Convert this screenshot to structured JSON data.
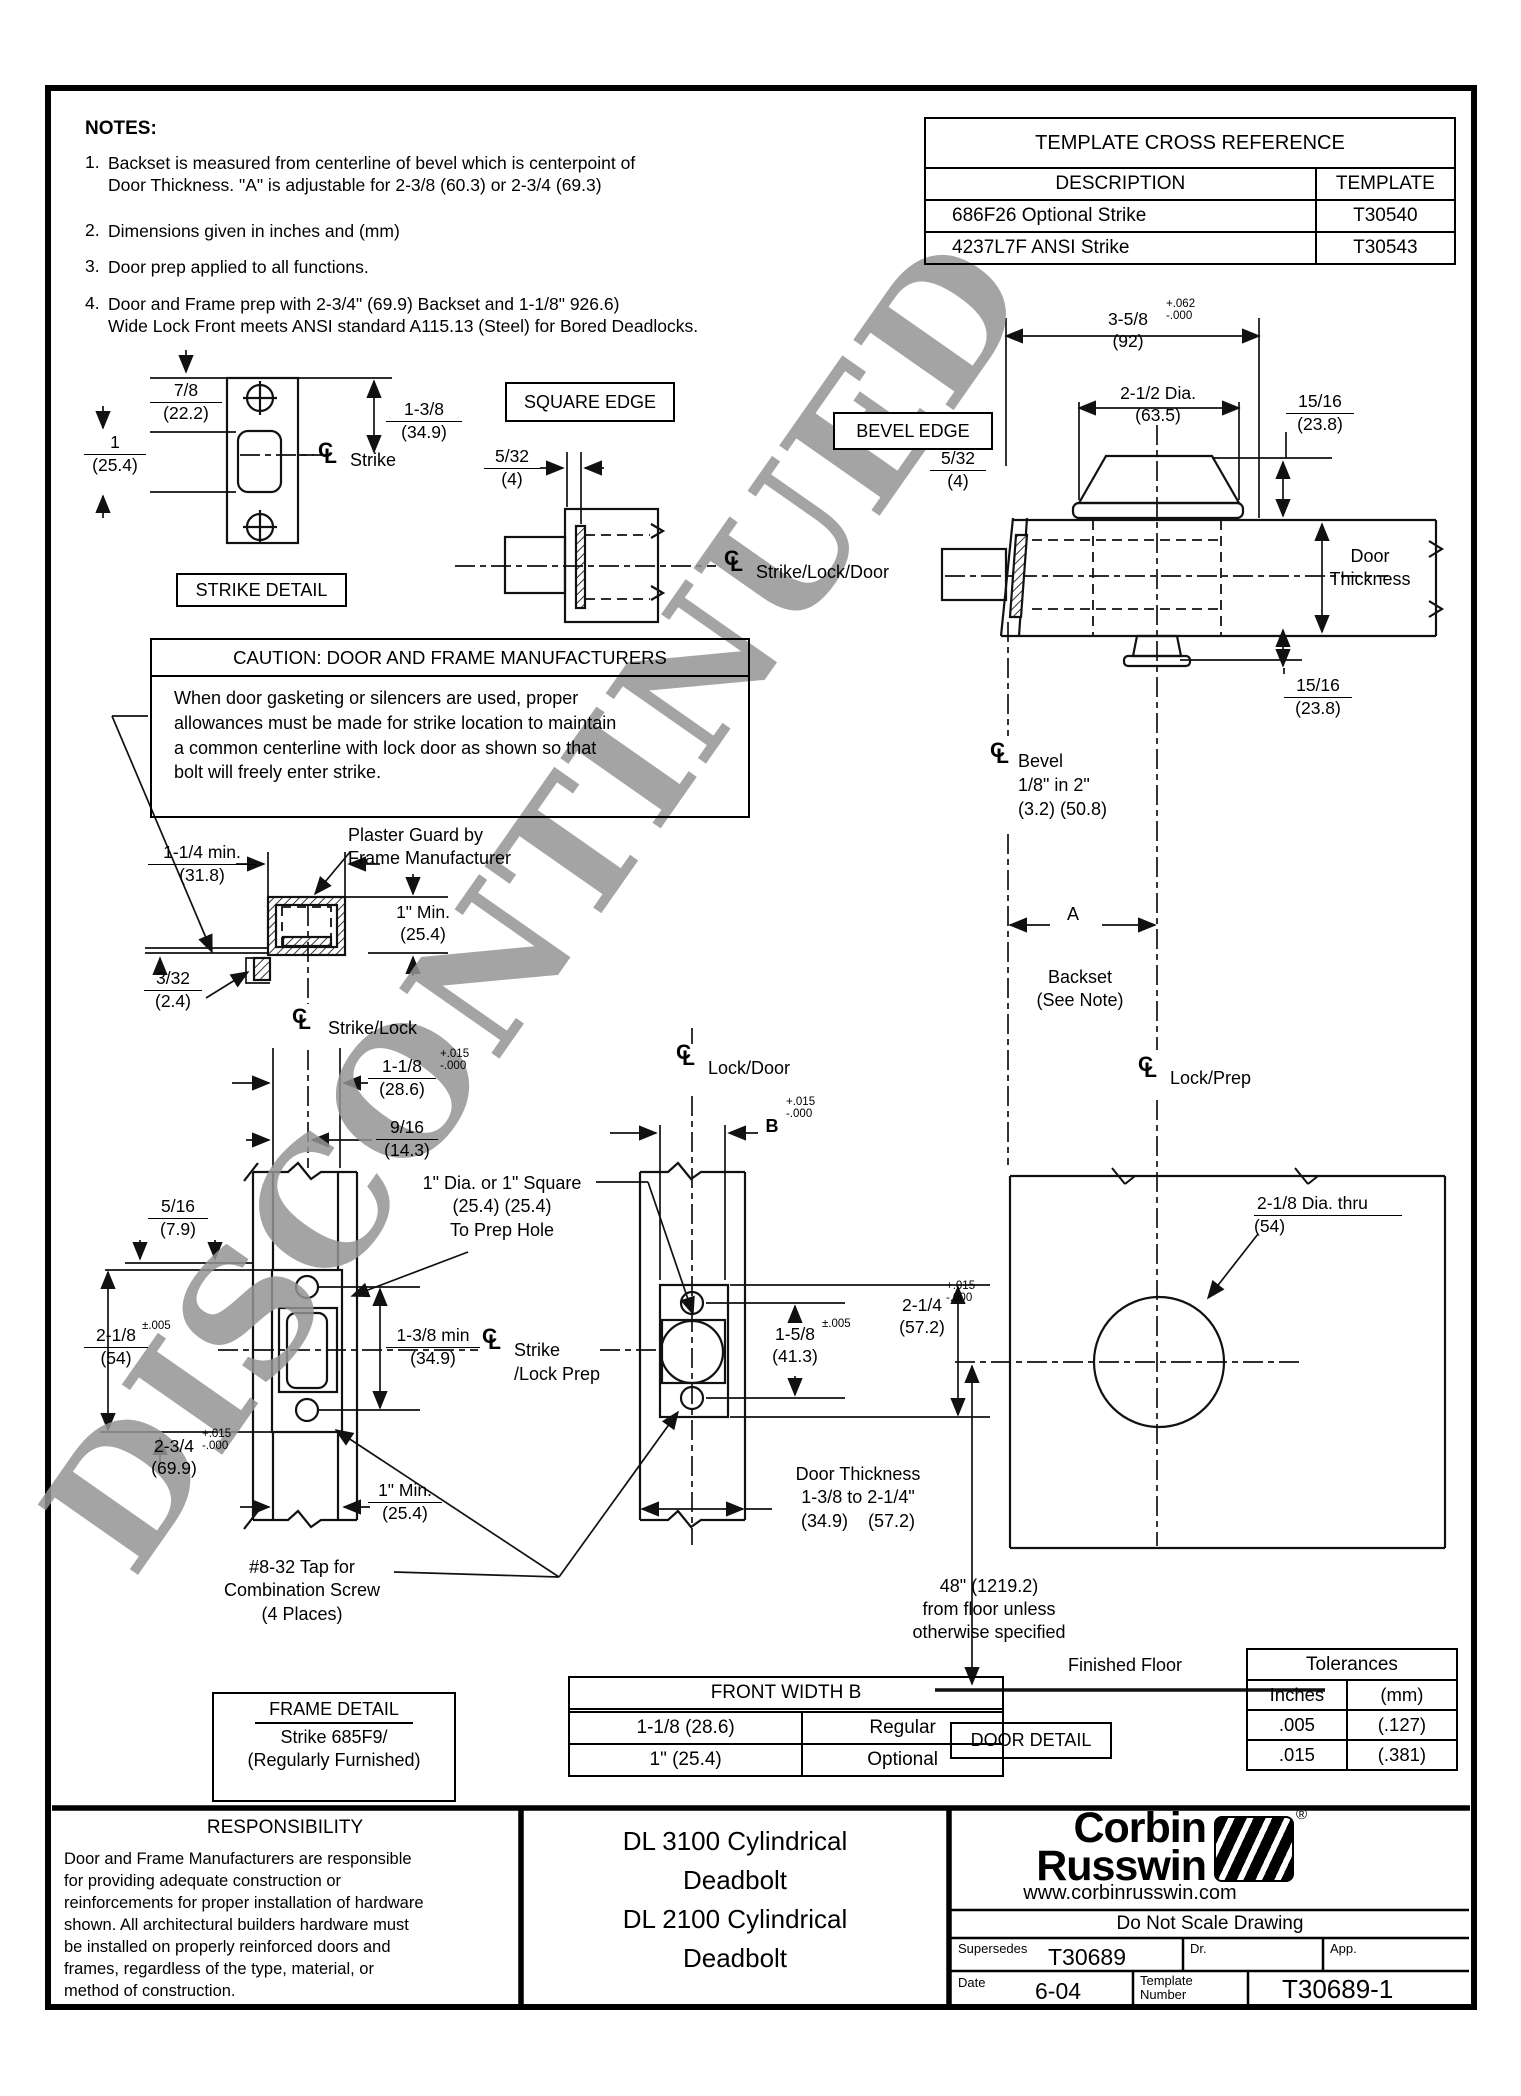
{
  "watermark": "DISCONTINUED",
  "notes": {
    "title": "NOTES:",
    "items": [
      {
        "num": "1.",
        "text": "Backset is measured from centerline of bevel which is centerpoint of\nDoor Thickness. \"A\" is adjustable for 2-3/8 (60.3) or 2-3/4 (69.3)"
      },
      {
        "num": "2.",
        "text": "Dimensions given in inches and (mm)"
      },
      {
        "num": "3.",
        "text": "Door prep applied to all functions."
      },
      {
        "num": "4.",
        "text": "Door and Frame prep with 2-3/4\" (69.9) Backset and 1-1/8\" 926.6)\nWide Lock Front meets ANSI standard A115.13 (Steel) for Bored Deadlocks."
      }
    ]
  },
  "cross_reference": {
    "title": "TEMPLATE CROSS REFERENCE",
    "col_description": "DESCRIPTION",
    "col_template": "TEMPLATE",
    "rows": [
      {
        "description": "686F26 Optional Strike",
        "template": "T30540"
      },
      {
        "description": "4237L7F ANSI Strike",
        "template": "T30543"
      }
    ]
  },
  "caution": {
    "title": "CAUTION: DOOR AND FRAME MANUFACTURERS",
    "body": "When door gasketing or silencers are used, proper\nallowances must be made for strike location to maintain\na common centerline with lock door as shown so that\nbolt will freely enter strike."
  },
  "boxes": {
    "strike_detail": "STRIKE DETAIL",
    "square_edge": "SQUARE EDGE",
    "bevel_edge": "BEVEL EDGE",
    "door_detail": "DOOR DETAIL",
    "frame_detail_title": "FRAME DETAIL",
    "frame_detail_line1": "Strike 685F9/",
    "frame_detail_line2": "(Regularly Furnished)"
  },
  "dims": {
    "d7_8": {
      "in": "7/8",
      "mm": "(22.2)"
    },
    "d1": {
      "in": "1",
      "mm": "(25.4)"
    },
    "d1_3_8": {
      "in": "1-3/8",
      "mm": "(34.9)"
    },
    "d5_32a": {
      "in": "5/32",
      "mm": "(4)"
    },
    "d5_32b": {
      "in": "5/32",
      "mm": "(4)"
    },
    "d3_5_8": {
      "in": "3-5/8",
      "mm": "(92)"
    },
    "d2_1_2": {
      "in": "2-1/2 Dia.",
      "mm": "(63.5)"
    },
    "d15_16a": {
      "in": "15/16",
      "mm": "(23.8)"
    },
    "d15_16b": {
      "in": "15/16",
      "mm": "(23.8)"
    },
    "d1_1_4": {
      "in": "1-1/4 min.",
      "mm": "(31.8)"
    },
    "d1mina": {
      "in": "1\" Min.",
      "mm": "(25.4)"
    },
    "d3_32": {
      "in": "3/32",
      "mm": "(2.4)"
    },
    "d1_1_8": {
      "in": "1-1/8",
      "mm": "(28.6)"
    },
    "d9_16": {
      "in": "9/16",
      "mm": "(14.3)"
    },
    "d5_16": {
      "in": "5/16",
      "mm": "(7.9)"
    },
    "d2_1_8": {
      "in": "2-1/8",
      "mm": "(54)"
    },
    "d1_3_8min": {
      "in": "1-3/8 min",
      "mm": "(34.9)"
    },
    "d2_3_4": {
      "in": "2-3/4",
      "mm": "(69.9)"
    },
    "d1minb": {
      "in": "1\" Min.",
      "mm": "(25.4)"
    },
    "d1_5_8": {
      "in": "1-5/8",
      "mm": "(41.3)"
    },
    "d2_1_4": {
      "in": "2-1/4",
      "mm": "(57.2)"
    },
    "d2_1_8dia": {
      "in": "2-1/8 Dia. thru",
      "mm": "(54)"
    }
  },
  "tols": {
    "p062": "+.062\n-.000",
    "p015": "+.015\n-.000",
    "pm005": "±.005"
  },
  "labels": {
    "cl_c": "C",
    "cl_l": "L",
    "strike": "Strike",
    "strike_lock_door": "Strike/Lock/Door",
    "strike_lock": "Strike/Lock",
    "strike_lock_prep": "Strike\n/Lock Prep",
    "lock_door": "Lock/Door",
    "lock_prep": "Lock/Prep",
    "bevel_note": "Bevel\n1/8\" in 2\"\n(3.2) (50.8)",
    "door_thickness": "Door\nThickness",
    "a": "A",
    "b": "B",
    "backset": "Backset\n(See Note)",
    "plaster": "Plaster Guard by\nFrame Manufacturer",
    "prep_hole": "1\" Dia. or 1\" Square\n(25.4) (25.4)\nTo Prep Hole",
    "tap": "#8-32 Tap for\nCombination Screw\n(4 Places)",
    "door_thickness_range": "Door Thickness\n1-3/8 to 2-1/4\"\n(34.9)    (57.2)",
    "floor_height": "48\" (1219.2)\nfrom floor unless\notherwise specified",
    "finished_floor": "Finished Floor"
  },
  "front_width": {
    "title": "FRONT WIDTH B",
    "rows": [
      {
        "size": "1-1/8 (28.6)",
        "type": "Regular"
      },
      {
        "size": "1\" (25.4)",
        "type": "Optional"
      }
    ]
  },
  "tolerances": {
    "title": "Tolerances",
    "col_in": "Inches",
    "col_mm": "(mm)",
    "rows": [
      {
        "inches": ".005",
        "mm": "(.127)"
      },
      {
        "inches": ".015",
        "mm": "(.381)"
      }
    ]
  },
  "responsibility": {
    "title": "RESPONSIBILITY",
    "body": "Door and Frame Manufacturers are responsible\nfor providing adequate construction or\nreinforcements for proper installation of hardware\nshown. All architectural builders hardware must\nbe installed on properly reinforced doors and\nframes, regardless of the type, material, or\nmethod of construction."
  },
  "title_block": {
    "product": "DL 3100 Cylindrical\nDeadbolt\nDL 2100 Cylindrical\nDeadbolt",
    "brand_line1": "Corbin",
    "brand_line2": "Russwin",
    "reg": "®",
    "website": "www.corbinrusswin.com",
    "do_not_scale": "Do Not Scale Drawing",
    "supersedes_label": "Supersedes",
    "supersedes_value": "T30689",
    "dr_label": "Dr.",
    "app_label": "App.",
    "date_label": "Date",
    "date_value": "6-04",
    "template_label": "Template\nNumber",
    "template_value": "T30689-1"
  }
}
